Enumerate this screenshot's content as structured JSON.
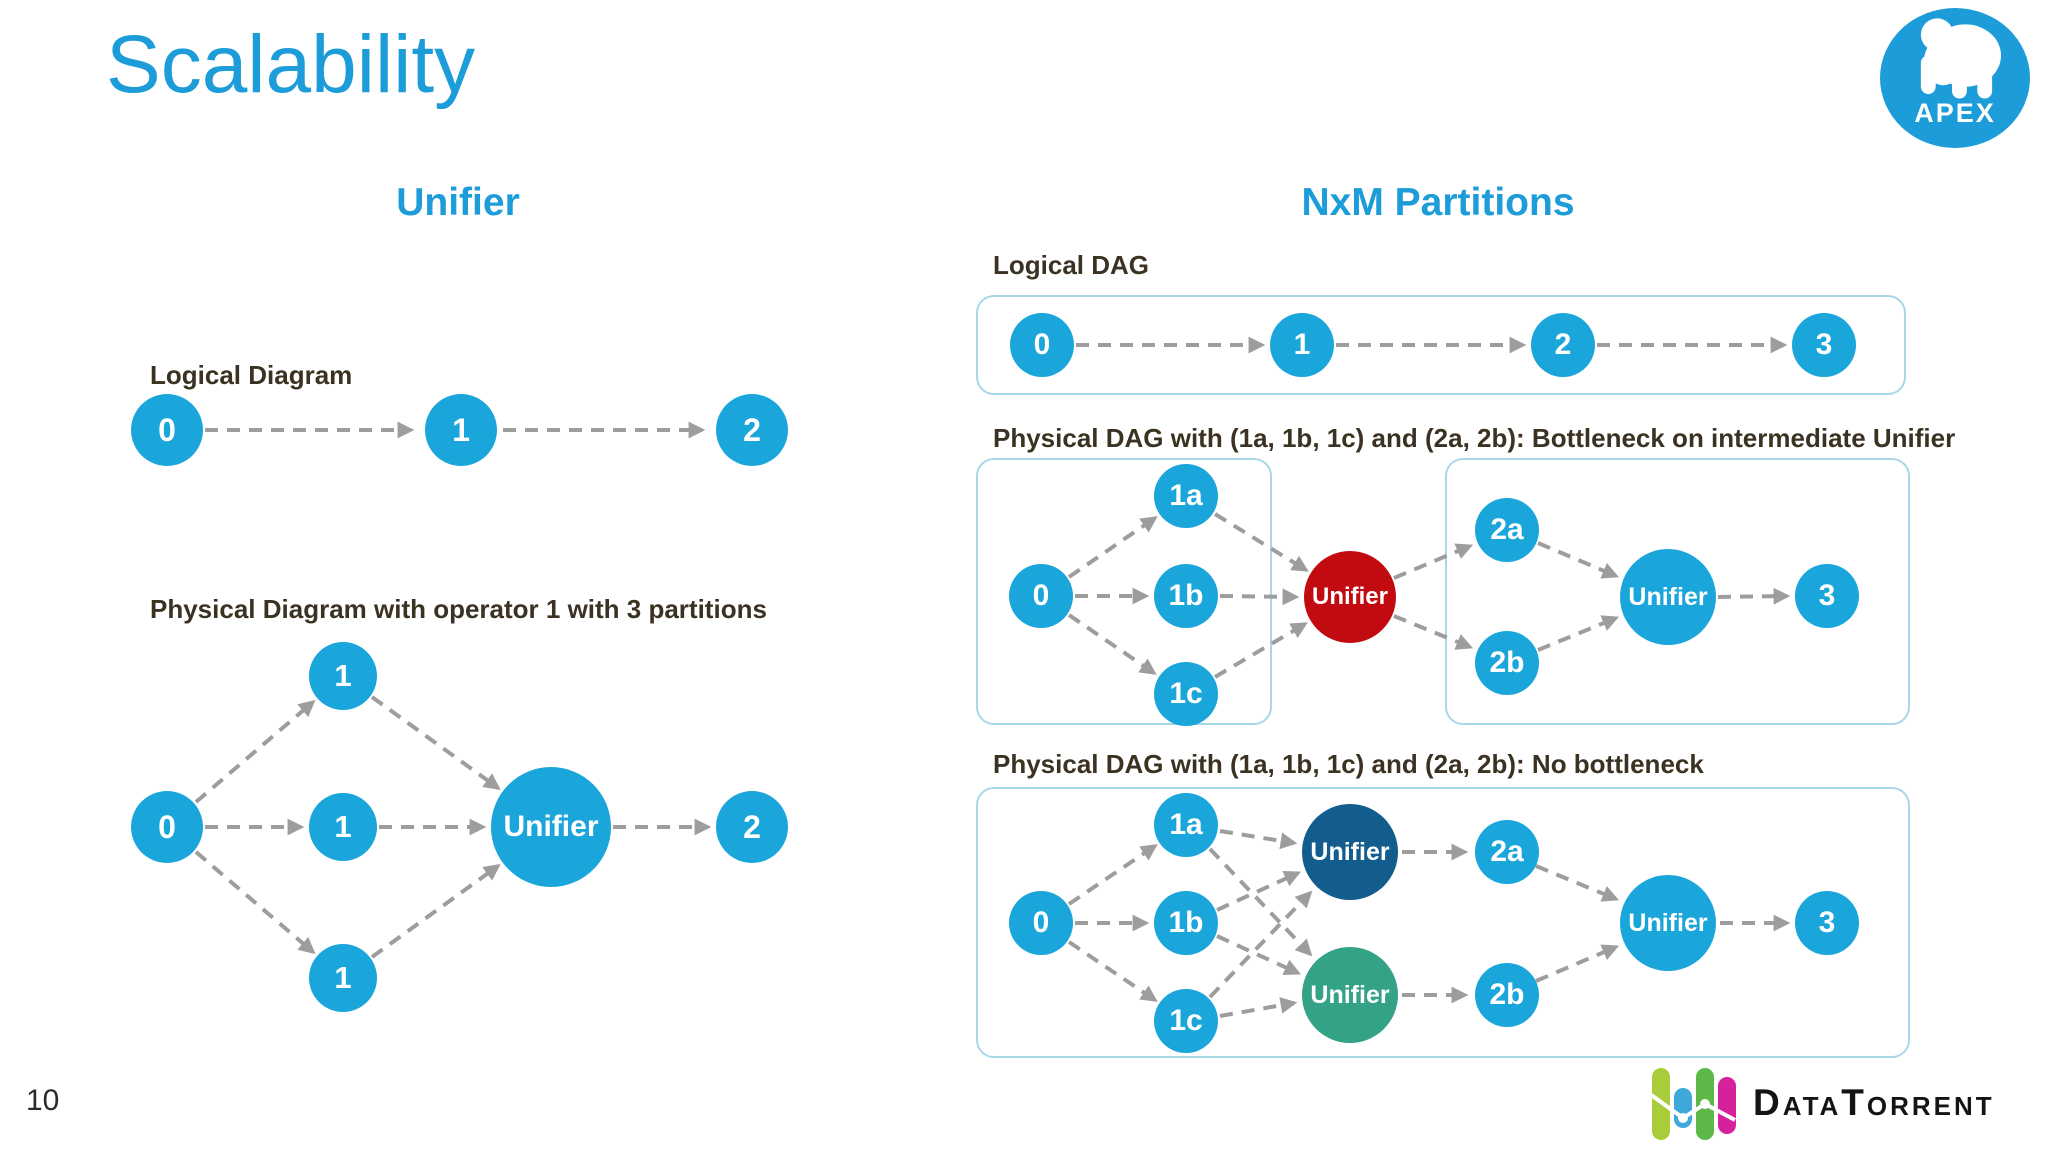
{
  "colors": {
    "accent_blue": "#1C9CD8",
    "node_blue": "#1BA6DB",
    "bottleneck_red": "#C20B10",
    "unifier_navy": "#135D8E",
    "unifier_teal": "#33A287",
    "arrow_gray": "#9D9D9D",
    "label_dark": "#3B3222",
    "box_border": "#A9D7EA"
  },
  "slide": {
    "title": "Scalability",
    "page_number": "10"
  },
  "apex_logo": {
    "caption": "APEX"
  },
  "datatorrent_logo": {
    "caption": "DataTorrent"
  },
  "left": {
    "heading": "Unifier",
    "logical": {
      "label": "Logical Diagram",
      "nodes": [
        "0",
        "1",
        "2"
      ]
    },
    "physical": {
      "label": "Physical Diagram with operator 1 with 3 partitions",
      "source": "0",
      "partitions": [
        "1",
        "1",
        "1"
      ],
      "unifier": "Unifier",
      "sink": "2"
    }
  },
  "right": {
    "heading": "NxM Partitions",
    "logical_dag": {
      "label": "Logical DAG",
      "nodes": [
        "0",
        "1",
        "2",
        "3"
      ]
    },
    "bottleneck_dag": {
      "label": "Physical DAG with (1a, 1b, 1c) and (2a, 2b): Bottleneck on intermediate Unifier",
      "source": "0",
      "stage1": [
        "1a",
        "1b",
        "1c"
      ],
      "intermediate_unifier": "Unifier",
      "stage2": [
        "2a",
        "2b"
      ],
      "final_unifier": "Unifier",
      "sink": "3"
    },
    "no_bottleneck_dag": {
      "label": "Physical DAG with (1a, 1b, 1c) and (2a, 2b): No bottleneck",
      "source": "0",
      "stage1": [
        "1a",
        "1b",
        "1c"
      ],
      "unifiers": [
        "Unifier",
        "Unifier"
      ],
      "stage2": [
        "2a",
        "2b"
      ],
      "final_unifier": "Unifier",
      "sink": "3"
    }
  }
}
